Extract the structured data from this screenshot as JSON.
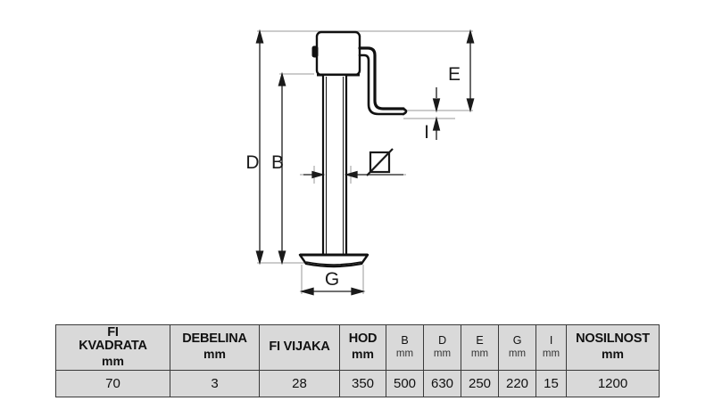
{
  "drawing": {
    "title": "trailer-jack-stand-technical-drawing",
    "dimension_labels": {
      "D": "D",
      "B": "B",
      "E": "E",
      "I": "I",
      "G": "G",
      "diameter": "⌀"
    },
    "parts": {
      "gearbox": "gearbox-housing",
      "handle": "crank-handle",
      "tube": "inner-tube",
      "outer": "outer-square-tube",
      "foot": "foot-plate"
    }
  },
  "table": {
    "columns": [
      {
        "name": "fi-kvadrata",
        "label": "FI\nKVADRATA",
        "label_line1": "FI",
        "label_line2": "KVADRATA",
        "unit": "mm",
        "small": false,
        "width": 128
      },
      {
        "name": "debelina",
        "label": "DEBELINA",
        "label_line1": "DEBELINA",
        "label_line2": "",
        "unit": "mm",
        "small": false,
        "width": 100
      },
      {
        "name": "fi-vijaka",
        "label": "FI VIJAKA",
        "label_line1": "FI VIJAKA",
        "label_line2": "",
        "unit": "",
        "small": false,
        "width": 90
      },
      {
        "name": "hod",
        "label": "HOD",
        "label_line1": "HOD",
        "label_line2": "",
        "unit": "mm",
        "small": false,
        "width": 52
      },
      {
        "name": "b",
        "label": "B",
        "label_line1": "B",
        "label_line2": "",
        "unit": "mm",
        "small": true,
        "width": 42
      },
      {
        "name": "d",
        "label": "D",
        "label_line1": "D",
        "label_line2": "",
        "unit": "mm",
        "small": true,
        "width": 42
      },
      {
        "name": "e",
        "label": "E",
        "label_line1": "E",
        "label_line2": "",
        "unit": "mm",
        "small": true,
        "width": 42
      },
      {
        "name": "g",
        "label": "G",
        "label_line1": "G",
        "label_line2": "",
        "unit": "mm",
        "small": true,
        "width": 42
      },
      {
        "name": "i",
        "label": "I",
        "label_line1": "I",
        "label_line2": "",
        "unit": "mm",
        "small": true,
        "width": 34
      },
      {
        "name": "nosilnost",
        "label": "NOSILNOST",
        "label_line1": "NOSILNOST",
        "label_line2": "",
        "unit": "mm",
        "small": false,
        "width": 104
      }
    ],
    "rows": [
      {
        "fi_kvadrata": "70",
        "debelina": "3",
        "fi_vijaka": "28",
        "hod": "350",
        "b": "500",
        "d": "630",
        "e": "250",
        "g": "220",
        "i": "15",
        "nosilnost": "1200"
      }
    ]
  },
  "colors": {
    "table_bg": "#d9d9d9",
    "table_border": "#3a3a3a",
    "ink": "#111111",
    "line": "#1a1a1a",
    "thin_line": "#8a8a8a"
  }
}
